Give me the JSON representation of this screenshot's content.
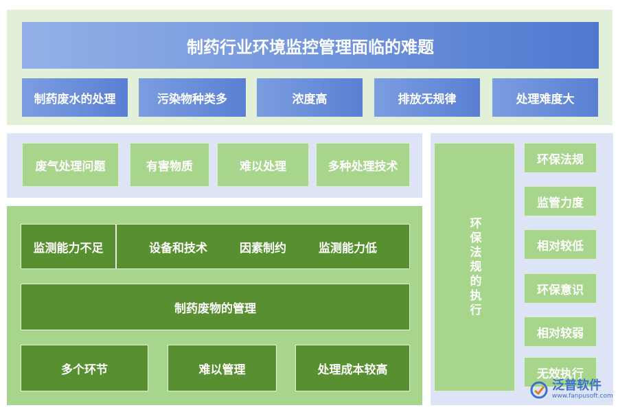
{
  "title": "制药行业环境监控管理面临的难题",
  "top_row": [
    "制药废水的处理",
    "污染物种类多",
    "浓度高",
    "排放无规律",
    "处理难度大"
  ],
  "gas_row": [
    "废气处理问题",
    "有害物质",
    "难以处理",
    "多种处理技术"
  ],
  "monitor": {
    "left": "监测能力不足",
    "items": [
      "设备和技术",
      "因素制约",
      "监测能力低"
    ]
  },
  "waste_title": "制药废物的管理",
  "waste_row": [
    "多个环节",
    "难以管理",
    "处理成本较高"
  ],
  "law": {
    "label": "环保法规的执行",
    "items": [
      "环保法规",
      "监管力度",
      "相对较低",
      "环保意识",
      "相对较弱",
      "无效执行"
    ]
  },
  "watermark": {
    "brand": "泛普软件",
    "url": "www.fanpusoft.com"
  },
  "colors": {
    "panel_green": "#e2f0d9",
    "panel_blue": "#dde4f5",
    "box_blue": "#6f93dc",
    "box_lightgreen": "#a7d58b",
    "box_darkgreen": "#588f30"
  }
}
